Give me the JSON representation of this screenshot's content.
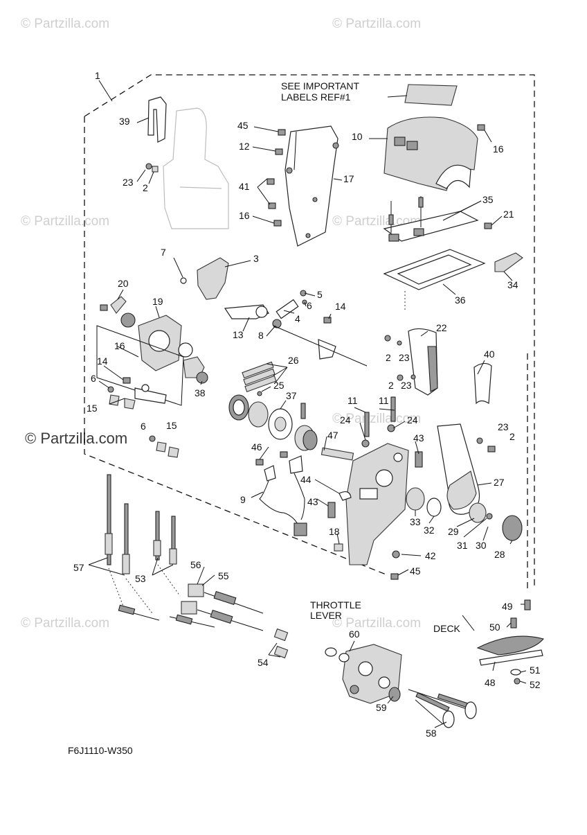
{
  "watermark": {
    "site": "Partzilla.com",
    "main": "Partzilla.com",
    "symbol": "©"
  },
  "notes": {
    "important_line1": "SEE IMPORTANT",
    "important_line2": "LABELS REF#1",
    "throttle_line1": "THROTTLE",
    "throttle_line2": "LEVER",
    "deck": "DECK"
  },
  "diagram_code": "F6J1110-W350",
  "callouts": [
    "1",
    "39",
    "23",
    "2",
    "45",
    "12",
    "41",
    "16",
    "17",
    "10",
    "16",
    "35",
    "21",
    "34",
    "36",
    "7",
    "3",
    "20",
    "19",
    "16",
    "14",
    "6",
    "15",
    "5",
    "6",
    "4",
    "8",
    "13",
    "14",
    "22",
    "2",
    "23",
    "2",
    "23",
    "40",
    "26",
    "25",
    "37",
    "38",
    "11",
    "11",
    "24",
    "24",
    "43",
    "6",
    "15",
    "23",
    "2",
    "46",
    "47",
    "44",
    "43",
    "18",
    "9",
    "27",
    "33",
    "32",
    "29",
    "31",
    "30",
    "28",
    "42",
    "45",
    "57",
    "53",
    "56",
    "55",
    "54",
    "49",
    "50",
    "60",
    "51",
    "48",
    "52",
    "59",
    "58"
  ]
}
